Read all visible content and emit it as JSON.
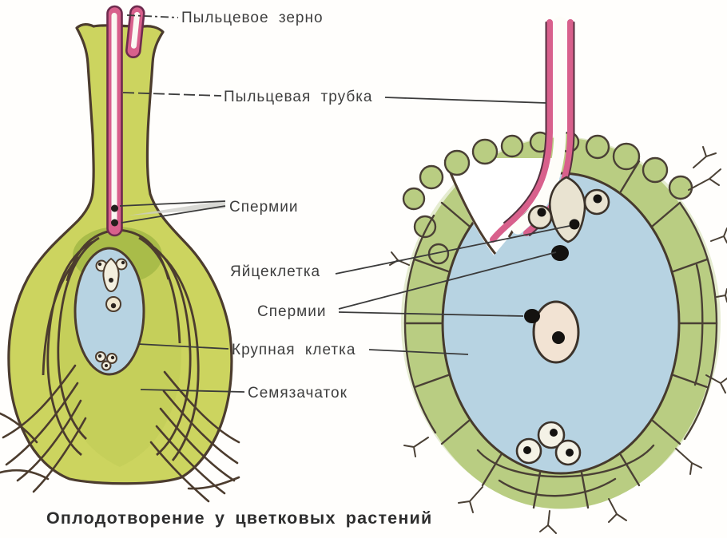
{
  "figure": {
    "caption": "Оплодотворение у цветковых растений",
    "labels": {
      "pollen_grain": "Пыльцевое зерно",
      "pollen_tube": "Пыльцевая трубка",
      "sperm_upper": "Спермии",
      "egg_cell": "Яйцеклетка",
      "sperm_lower": "Спермии",
      "large_cell": "Крупная клетка",
      "ovule": "Семязачаток"
    },
    "colors": {
      "pistil_green": "#ccd45f",
      "inner_green": "#c5cf5a",
      "olive_green": "#a9bc49",
      "cell_green": "#b9cd82",
      "embryo_sac_blue": "#b7d3e2",
      "pollen_pink": "#d8608c",
      "pollen_dark_edge": "#6e2b4e",
      "outline_dark": "#4c3c2e",
      "cell_cream": "#e9e3d1",
      "central_cell_cream": "#f2e3d3",
      "label_text": "#3e3e3e",
      "caption_text": "#2e2e2e"
    }
  }
}
